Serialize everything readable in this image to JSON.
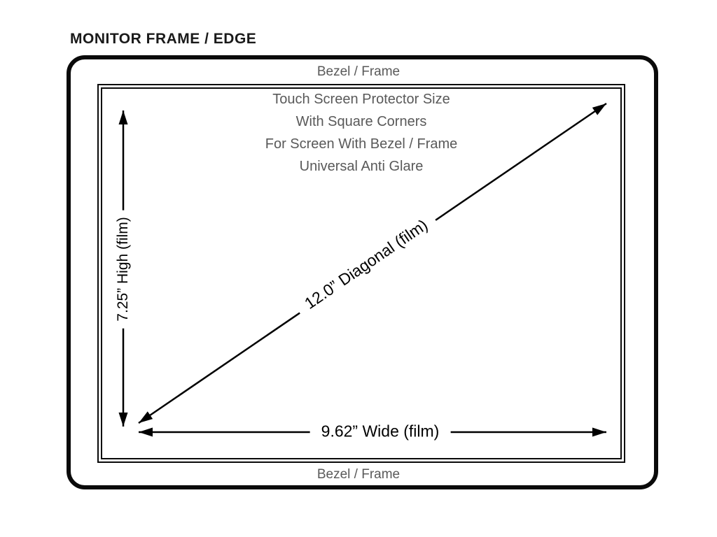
{
  "title": "MONITOR FRAME / EDGE",
  "bezel": {
    "top_label": "Bezel / Frame",
    "bottom_label": "Bezel / Frame"
  },
  "screen": {
    "lines": [
      "Touch Screen Protector Size",
      "With Square Corners",
      "For Screen With Bezel / Frame",
      "Universal Anti Glare"
    ]
  },
  "dimensions": {
    "height": "7.25” High (film)",
    "width": "9.62” Wide (film)",
    "diagonal": "12.0” Diagonal (film)"
  },
  "colors": {
    "line": "#000000",
    "gray_text": "#595959",
    "frame": "#0a0a0a"
  }
}
